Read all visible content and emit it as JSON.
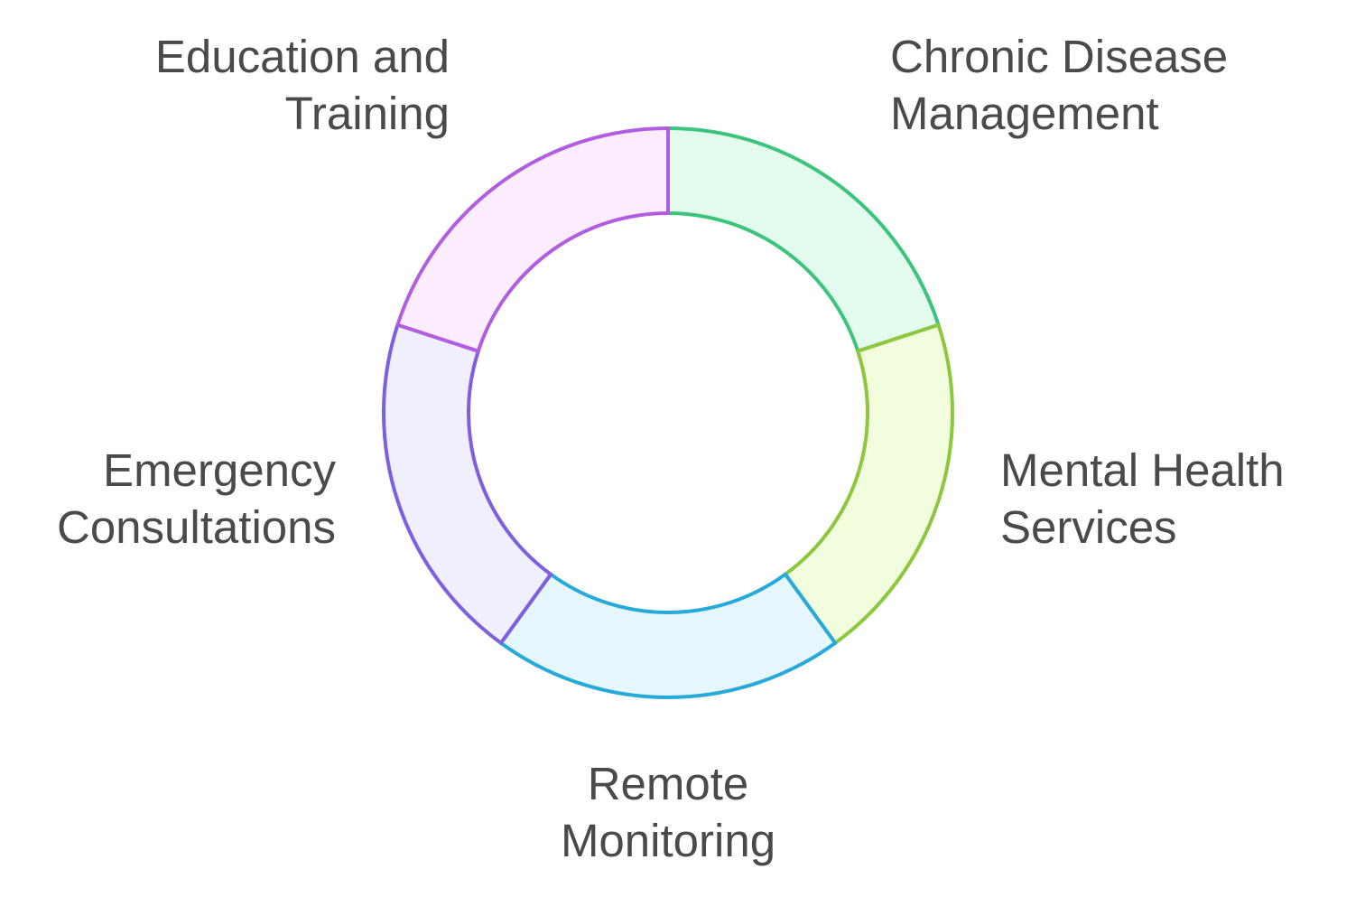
{
  "diagram": {
    "segments": [
      {
        "id": "chronic-disease-management",
        "lines": [
          "Chronic Disease",
          "Management"
        ],
        "stroke": "#3cc47c",
        "fill": "#e2fbec"
      },
      {
        "id": "mental-health-services",
        "lines": [
          "Mental Health",
          "Services"
        ],
        "stroke": "#8dc63f",
        "fill": "#f1fddc"
      },
      {
        "id": "remote-monitoring",
        "lines": [
          "Remote",
          "Monitoring"
        ],
        "stroke": "#27a9d9",
        "fill": "#e6f6fd"
      },
      {
        "id": "emergency-consultations",
        "lines": [
          "Emergency",
          "Consultations"
        ],
        "stroke": "#7e5fe0",
        "fill": "#f0effd"
      },
      {
        "id": "education-and-training",
        "lines": [
          "Education and",
          "Training"
        ],
        "stroke": "#b25de0",
        "fill": "#fbedfd"
      }
    ],
    "text_color": "#4a4a4a"
  }
}
